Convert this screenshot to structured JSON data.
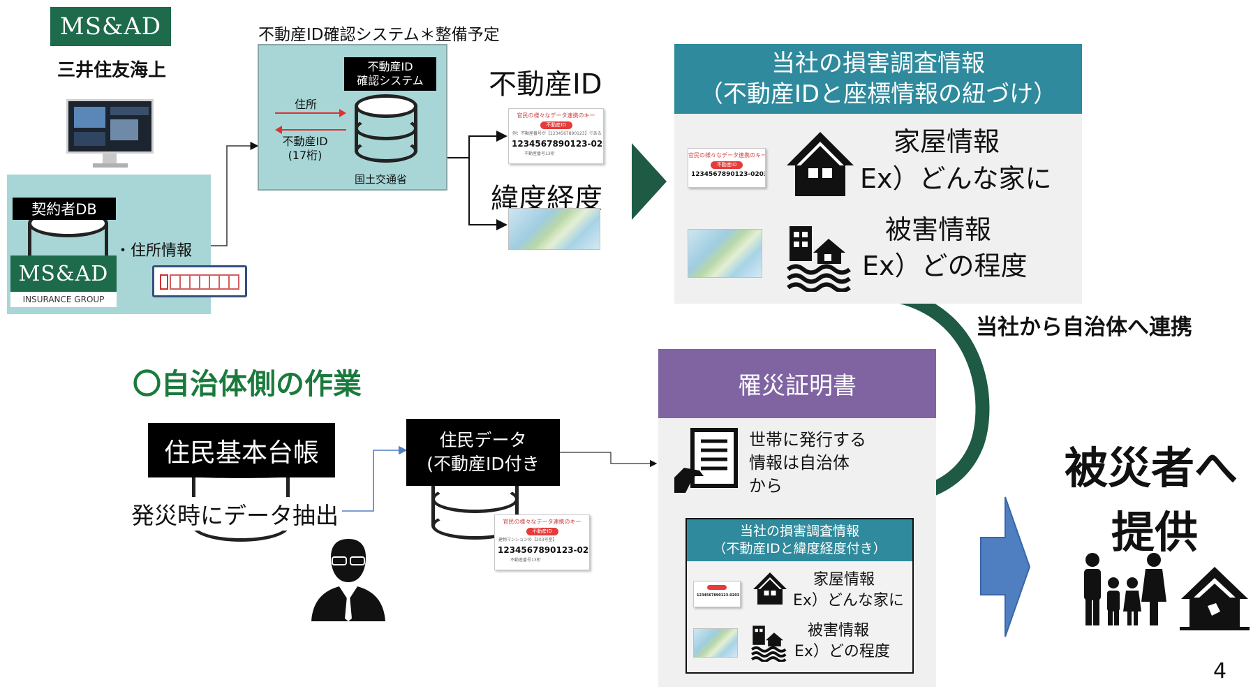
{
  "logo": {
    "brand": "MS&AD",
    "company": "三井住友海上"
  },
  "contractor": {
    "db_label": "契約者DB",
    "address_info": "・住所情報",
    "logo_brand": "MS&AD",
    "logo_sub": "INSURANCE GROUP"
  },
  "id_system": {
    "title": "不動産ID確認システム＊整備予定",
    "box_label_1": "不動産ID",
    "box_label_2": "確認システム",
    "arrow_address": "住所",
    "arrow_id_1": "不動産ID",
    "arrow_id_2": "(17桁)",
    "ministry": "国土交通省"
  },
  "outputs": {
    "realestate_id": "不動産ID",
    "latlon": "緯度経度"
  },
  "sample_card": {
    "title": "官民の様々なデータ連携のキー",
    "pill": "不動産ID",
    "small_1": "例：不動産番号が【1234567890123】である",
    "small_2": "建物マンションの【203号室】",
    "number": "1234567890123-0203",
    "footer": "不動産番号13桁"
  },
  "survey": {
    "title_1": "当社の損害調査情報",
    "title_2": "（不動産IDと座標情報の紐づけ）",
    "house_title": "家屋情報",
    "house_ex": "Ex）どんな家に",
    "damage_title": "被害情報",
    "damage_ex": "Ex）どの程度"
  },
  "link_label": "当社から自治体へ連携",
  "municipality": {
    "heading": "〇自治体側の作業",
    "registry": "住民基本台帳",
    "extract": "発災時にデータ抽出",
    "resident_1": "住民データ",
    "resident_2": "(不動産ID付き"
  },
  "certificate": {
    "title": "罹災証明書",
    "note_1": "世帯に発行する",
    "note_2": "情報は自治体",
    "note_3": "から",
    "inner_title_1": "当社の損害調査情報",
    "inner_title_2": "（不動産IDと緯度経度付き）",
    "house_title": "家屋情報",
    "house_ex": "Ex）どんな家に",
    "damage_title": "被害情報",
    "damage_ex": "Ex）どの程度"
  },
  "victims": {
    "line_1": "被災者へ",
    "line_2": "提供"
  },
  "page_number": "4",
  "colors": {
    "brand_green": "#1e6b4c",
    "teal": "#2e8a9c",
    "purple": "#8064a2",
    "heading_green": "#1a7a3c",
    "blue_arrow": "#4f7fc0",
    "dark_green": "#1e5a44"
  }
}
